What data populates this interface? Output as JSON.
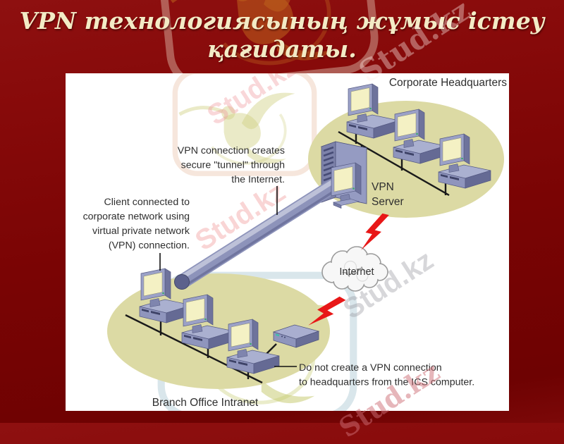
{
  "title": {
    "line1": "VPN технологиясының жұмыс істеу",
    "line2": "қағидаты."
  },
  "watermarks": {
    "brand": "Stud.kz"
  },
  "diagram": {
    "labels": {
      "corporate": "Corporate Headquarters",
      "branch": "Branch Office Intranet",
      "internet": "Internet",
      "vpn_server": [
        "VPN",
        "Server"
      ]
    },
    "notes": {
      "tunnel": [
        "VPN connection creates",
        "secure \"tunnel\" through",
        "the Internet."
      ],
      "client": [
        "Client connected to",
        "corporate network using",
        "virtual private network",
        "(VPN) connection."
      ],
      "ics": [
        "Do not create a VPN connection",
        "to headquarters from the ICS computer."
      ]
    },
    "colors": {
      "slide_background": "#7a0404",
      "title_text": "#f3ebc6",
      "panel_background": "#ffffff",
      "network_ellipse": "#dcdaa4",
      "computer_body": "#8f95bd",
      "computer_screen": "#f4f1c4",
      "tunnel": "#8d93ba",
      "lightning": "#e81717",
      "label_text": "#2f2f2f"
    }
  }
}
